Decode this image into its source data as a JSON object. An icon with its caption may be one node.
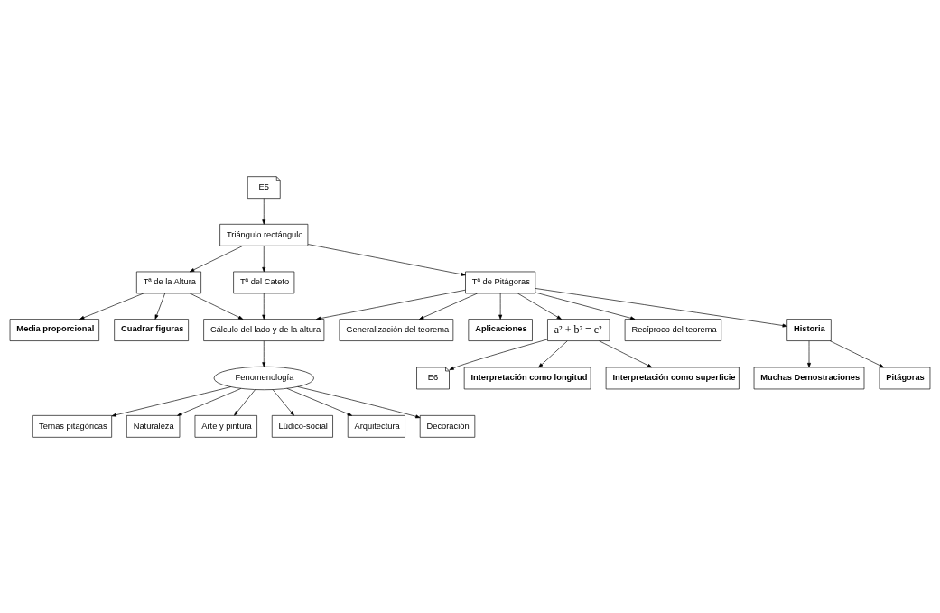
{
  "diagram": {
    "nodes": [
      {
        "text": [
          "Media proporcional"
        ]
      },
      {
        "text": [
          "Triángulo rectángulo"
        ]
      },
      {
        "text": [
          "E5"
        ]
      },
      {
        "text": [
          "Tª de la Altura"
        ]
      },
      {
        "text": [
          "Tª de Pitágoras"
        ]
      },
      {
        "text": [
          "Tª del Cateto"
        ]
      },
      {
        "text": [
          "Generalización del teorema"
        ]
      },
      {
        "text": [
          "Cuadrar figuras"
        ]
      },
      {
        "text": [
          "E6"
        ]
      },
      {
        "text": [
          "Aplicaciones"
        ]
      },
      {
        "text": [
          "a² + b² = c²"
        ]
      },
      {
        "text": [
          "Interpretación como longitud"
        ]
      },
      {
        "text": [
          "Recíproco del teorema"
        ]
      },
      {
        "text": [
          "Cálculo del lado y de la altura"
        ]
      },
      {
        "text": [
          "Ternas pitagóricas"
        ]
      },
      {
        "text": [
          "Historia"
        ]
      },
      {
        "text": [
          "Interpretación como superficie"
        ]
      },
      {
        "text": [
          "Fenomenología"
        ]
      },
      {
        "text": [
          "Muchas Demostraciones"
        ]
      },
      {
        "text": [
          "Naturaleza"
        ]
      },
      {
        "text": [
          "Arte y pintura"
        ]
      },
      {
        "text": [
          "Lúdico-social"
        ]
      },
      {
        "text": [
          "Arquitectura"
        ]
      },
      {
        "text": [
          "Decoración"
        ]
      },
      {
        "text": [
          "Pitágoras"
        ]
      }
    ],
    "edges": [
      {
        "from": 2,
        "to": 1,
        "arrow": "to"
      },
      {
        "from": 1,
        "to": 3,
        "arrow": "to"
      },
      {
        "from": 1,
        "to": 5,
        "arrow": "to"
      },
      {
        "from": 1,
        "to": 4,
        "arrow": "to"
      },
      {
        "from": 3,
        "to": 0,
        "arrow": "to"
      },
      {
        "from": 3,
        "to": 7,
        "arrow": "to"
      },
      {
        "from": 3,
        "to": 13,
        "arrow": "to"
      },
      {
        "from": 5,
        "to": 13,
        "arrow": "to"
      },
      {
        "from": 4,
        "to": 13,
        "arrow": "to"
      },
      {
        "from": 4,
        "to": 10,
        "arrow": "to"
      },
      {
        "from": 4,
        "to": 6,
        "arrow": "to"
      },
      {
        "from": 4,
        "to": 9,
        "arrow": "to"
      },
      {
        "from": 4,
        "to": 12,
        "arrow": "to"
      },
      {
        "from": 4,
        "to": 15,
        "arrow": "to"
      },
      {
        "from": 10,
        "to": 8,
        "arrow": "to"
      },
      {
        "from": 10,
        "to": 11,
        "arrow": "to"
      },
      {
        "from": 10,
        "to": 16,
        "arrow": "to"
      },
      {
        "from": 13,
        "to": 17,
        "arrow": "to"
      },
      {
        "from": 17,
        "to": 14,
        "arrow": "to"
      },
      {
        "from": 17,
        "to": 19,
        "arrow": "to"
      },
      {
        "from": 17,
        "to": 20,
        "arrow": "to"
      },
      {
        "from": 17,
        "to": 21,
        "arrow": "to"
      },
      {
        "from": 17,
        "to": 22,
        "arrow": "to"
      },
      {
        "from": 17,
        "to": 23,
        "arrow": "to"
      },
      {
        "from": 15,
        "to": 18,
        "arrow": "to"
      },
      {
        "from": 15,
        "to": 24,
        "arrow": "to"
      }
    ]
  }
}
